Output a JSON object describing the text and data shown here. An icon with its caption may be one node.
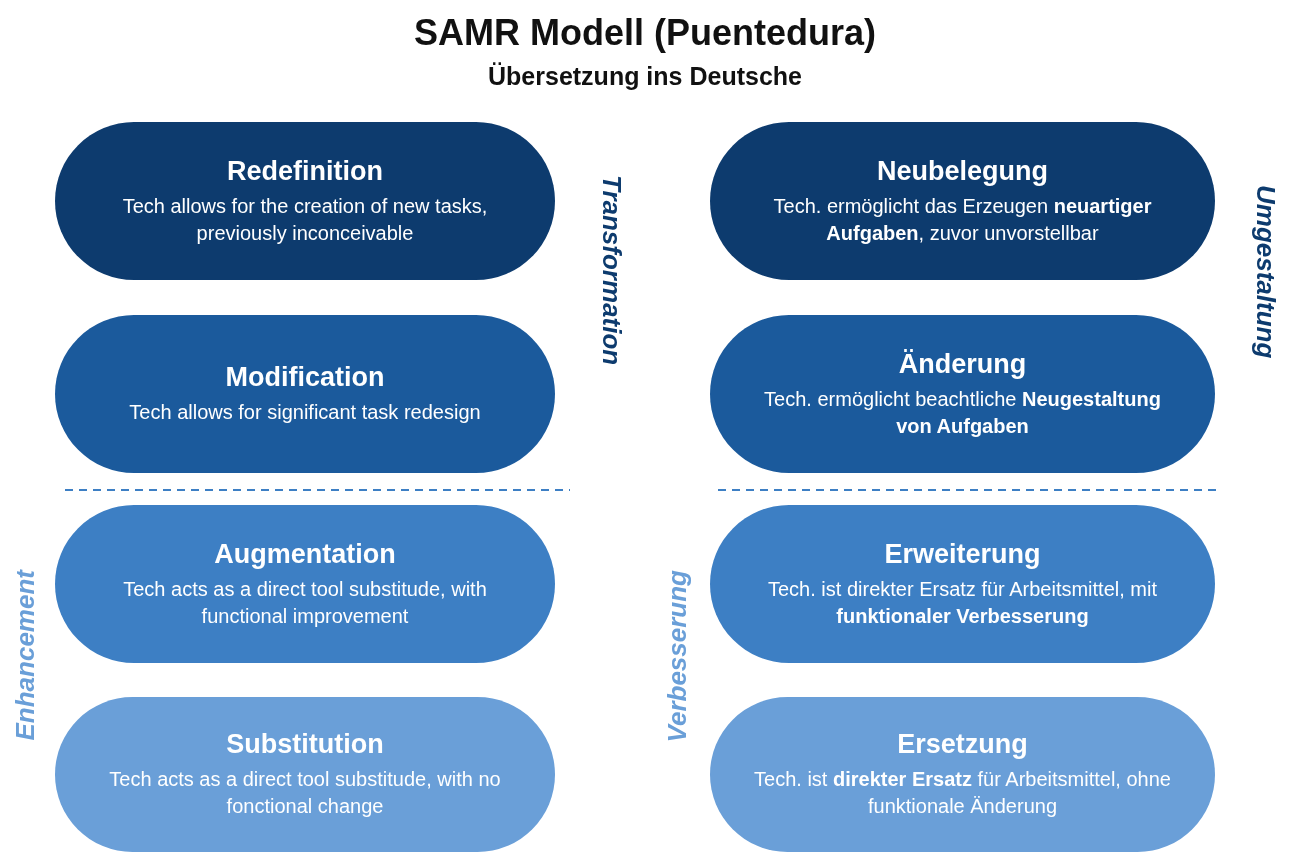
{
  "diagram": {
    "title": "SAMR Modell (Puentedura)",
    "nodes": [
      {
        "text": [
          "Redefinition",
          "Tech allows for the creation of new tasks, previously inconceivable"
        ]
      },
      {
        "text": [
          "Neubelegung",
          "Tech. ermöglicht das Erzeugen **neuartiger Aufgaben**, zuvor unvorstellbar"
        ]
      },
      {
        "text": [
          "Modification",
          "Tech allows for significant task redesign"
        ]
      },
      {
        "text": [
          "Änderung",
          "Tech. ermöglicht beachtliche **Neugestaltung von Aufgaben**"
        ]
      },
      {
        "text": [
          "Augmentation",
          "Tech acts as a direct tool substitude, with functional improvement"
        ]
      },
      {
        "text": [
          "Erweiterung",
          "Tech. ist direkter Ersatz für Arbeitsmittel, mit **funktionaler Verbesserung**"
        ]
      },
      {
        "text": [
          "Substitution",
          "Tech acts as a direct tool substitude, with no fonctional change"
        ]
      },
      {
        "text": [
          "Ersetzung",
          "Tech. ist **direkter Ersatz** für Arbeitsmittel, ohne funktionale Änderung"
        ]
      }
    ],
    "labels": [
      "Übersetzung ins Deutsche",
      "Transformation",
      "Umgestaltung",
      "Enhancement",
      "Verbesserung"
    ]
  }
}
